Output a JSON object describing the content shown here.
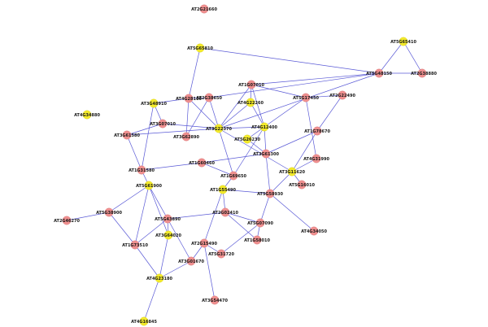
{
  "colors": {
    "pink": "#ef8f8f",
    "yellow": "#f3ea2b",
    "edge": "#5a5ad6"
  },
  "nodes": [
    {
      "id": "AT2G21660",
      "color": "pink"
    },
    {
      "id": "AT5G65410",
      "color": "yellow"
    },
    {
      "id": "AT5G65810",
      "color": "yellow"
    },
    {
      "id": "AT5G48150",
      "color": "pink"
    },
    {
      "id": "AT2G38880",
      "color": "pink"
    },
    {
      "id": "AT1G07010",
      "color": "pink"
    },
    {
      "id": "AT4G28110",
      "color": "pink"
    },
    {
      "id": "AT2G38650",
      "color": "pink"
    },
    {
      "id": "AT3G48910",
      "color": "yellow"
    },
    {
      "id": "AT5G17450",
      "color": "pink"
    },
    {
      "id": "AT2G22490",
      "color": "pink"
    },
    {
      "id": "AT4G22260",
      "color": "yellow"
    },
    {
      "id": "AT4G34880",
      "color": "yellow"
    },
    {
      "id": "AT3G07010",
      "color": "pink"
    },
    {
      "id": "AT3G22370",
      "color": "yellow"
    },
    {
      "id": "AT4G12400",
      "color": "yellow"
    },
    {
      "id": "AT3G61580",
      "color": "pink"
    },
    {
      "id": "AT3G62890",
      "color": "pink"
    },
    {
      "id": "AT5G26230",
      "color": "yellow"
    },
    {
      "id": "AT1G78670",
      "color": "pink"
    },
    {
      "id": "AT3G61300",
      "color": "pink"
    },
    {
      "id": "AT4G31990",
      "color": "pink"
    },
    {
      "id": "AT1G60460",
      "color": "pink"
    },
    {
      "id": "AT1G31580",
      "color": "pink"
    },
    {
      "id": "AT3G11620",
      "color": "yellow"
    },
    {
      "id": "AT1G69650",
      "color": "pink"
    },
    {
      "id": "AT5G61900",
      "color": "yellow"
    },
    {
      "id": "AT5G16010",
      "color": "pink"
    },
    {
      "id": "AT1G55490",
      "color": "yellow"
    },
    {
      "id": "AT5G58930",
      "color": "pink"
    },
    {
      "id": "AT5G38900",
      "color": "pink"
    },
    {
      "id": "AT2G02410",
      "color": "pink"
    },
    {
      "id": "AT5G43890",
      "color": "pink"
    },
    {
      "id": "AT2G46270",
      "color": "pink"
    },
    {
      "id": "AT5G07090",
      "color": "pink"
    },
    {
      "id": "AT4G34050",
      "color": "pink"
    },
    {
      "id": "AT3G64020",
      "color": "yellow"
    },
    {
      "id": "AT1G58010",
      "color": "pink"
    },
    {
      "id": "AT1G73510",
      "color": "pink"
    },
    {
      "id": "AT2G15490",
      "color": "pink"
    },
    {
      "id": "AT5G31720",
      "color": "pink"
    },
    {
      "id": "AT3G01670",
      "color": "pink"
    },
    {
      "id": "AT4G23180",
      "color": "yellow"
    },
    {
      "id": "AT3G54470",
      "color": "pink"
    },
    {
      "id": "AT4G16845",
      "color": "yellow"
    }
  ],
  "edges": [
    [
      "AT5G65410",
      "AT5G48150"
    ],
    [
      "AT5G65410",
      "AT2G38880"
    ],
    [
      "AT5G48150",
      "AT2G38880"
    ],
    [
      "AT5G65810",
      "AT5G48150"
    ],
    [
      "AT5G65810",
      "AT4G28110"
    ],
    [
      "AT5G48150",
      "AT2G38650"
    ],
    [
      "AT5G48150",
      "AT3G22370"
    ],
    [
      "AT5G48150",
      "AT1G07010"
    ],
    [
      "AT1G07010",
      "AT4G22260"
    ],
    [
      "AT1G07010",
      "AT5G17450"
    ],
    [
      "AT1G07010",
      "AT3G22370"
    ],
    [
      "AT1G07010",
      "AT4G12400"
    ],
    [
      "AT5G17450",
      "AT2G22490"
    ],
    [
      "AT2G22490",
      "AT1G78670"
    ],
    [
      "AT5G17450",
      "AT4G31990"
    ],
    [
      "AT5G17450",
      "AT4G12400"
    ],
    [
      "AT4G22260",
      "AT3G22370"
    ],
    [
      "AT4G22260",
      "AT4G12400"
    ],
    [
      "AT4G28110",
      "AT3G48910"
    ],
    [
      "AT4G28110",
      "AT2G38650"
    ],
    [
      "AT4G28110",
      "AT3G22370"
    ],
    [
      "AT4G28110",
      "AT3G62890"
    ],
    [
      "AT2G38650",
      "AT3G22370"
    ],
    [
      "AT2G38650",
      "AT3G62890"
    ],
    [
      "AT3G48910",
      "AT3G07010"
    ],
    [
      "AT3G07010",
      "AT3G61580"
    ],
    [
      "AT3G07010",
      "AT3G22370"
    ],
    [
      "AT3G48910",
      "AT1G31580"
    ],
    [
      "AT3G61580",
      "AT1G31580"
    ],
    [
      "AT3G61580",
      "AT3G22370"
    ],
    [
      "AT3G22370",
      "AT1G69650"
    ],
    [
      "AT3G22370",
      "AT4G12400"
    ],
    [
      "AT3G22370",
      "AT3G11620"
    ],
    [
      "AT4G12400",
      "AT5G26230"
    ],
    [
      "AT4G12400",
      "AT3G61300"
    ],
    [
      "AT4G12400",
      "AT1G69650"
    ],
    [
      "AT5G26230",
      "AT3G61300"
    ],
    [
      "AT1G78670",
      "AT3G61300"
    ],
    [
      "AT1G78670",
      "AT3G11620"
    ],
    [
      "AT4G31990",
      "AT3G11620"
    ],
    [
      "AT3G61300",
      "AT1G60460"
    ],
    [
      "AT3G61300",
      "AT5G58930"
    ],
    [
      "AT1G60460",
      "AT1G31580"
    ],
    [
      "AT1G60460",
      "AT1G69650"
    ],
    [
      "AT1G31580",
      "AT5G61900"
    ],
    [
      "AT3G11620",
      "AT5G16010"
    ],
    [
      "AT3G11620",
      "AT5G58930"
    ],
    [
      "AT1G69650",
      "AT1G55490"
    ],
    [
      "AT1G55490",
      "AT2G02410"
    ],
    [
      "AT1G55490",
      "AT5G58930"
    ],
    [
      "AT1G55490",
      "AT2G15490"
    ],
    [
      "AT5G61900",
      "AT5G38900"
    ],
    [
      "AT5G61900",
      "AT5G43890"
    ],
    [
      "AT5G61900",
      "AT3G64020"
    ],
    [
      "AT5G61900",
      "AT1G73510"
    ],
    [
      "AT5G38900",
      "AT2G46270"
    ],
    [
      "AT5G38900",
      "AT1G73510"
    ],
    [
      "AT5G58930",
      "AT5G07090"
    ],
    [
      "AT5G58930",
      "AT4G34050"
    ],
    [
      "AT2G02410",
      "AT5G43890"
    ],
    [
      "AT2G02410",
      "AT5G07090"
    ],
    [
      "AT5G07090",
      "AT1G58010"
    ],
    [
      "AT5G07090",
      "AT5G31720"
    ],
    [
      "AT5G43890",
      "AT3G64020"
    ],
    [
      "AT5G43890",
      "AT1G73510"
    ],
    [
      "AT5G43890",
      "AT3G01670"
    ],
    [
      "AT2G15490",
      "AT5G31720"
    ],
    [
      "AT2G15490",
      "AT3G01670"
    ],
    [
      "AT2G15490",
      "AT3G54470"
    ],
    [
      "AT3G01670",
      "AT4G23180"
    ],
    [
      "AT3G64020",
      "AT4G23180"
    ],
    [
      "AT1G73510",
      "AT4G23180"
    ],
    [
      "AT4G23180",
      "AT4G16845"
    ],
    [
      "AT2G02410",
      "AT1G58010"
    ]
  ]
}
